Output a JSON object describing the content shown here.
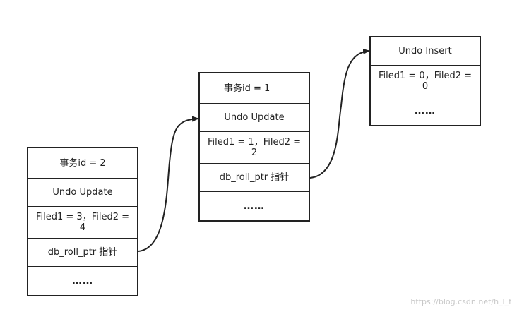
{
  "records": {
    "left": {
      "tx_id": "事务id = 2",
      "op": "Undo Update",
      "fields": "Filed1 = 3，Filed2 = 4",
      "ptr": "db_roll_ptr 指针",
      "ellipsis": "……"
    },
    "middle": {
      "tx_id": "事务id = 1",
      "op": "Undo Update",
      "fields": "Filed1 = 1，Filed2 = 2",
      "ptr": "db_roll_ptr 指针",
      "ellipsis": "……"
    },
    "right": {
      "op": "Undo Insert",
      "fields": "Filed1 = 0，Filed2 = 0",
      "ellipsis": "……"
    }
  },
  "watermark": "https://blog.csdn.net/h_l_f"
}
